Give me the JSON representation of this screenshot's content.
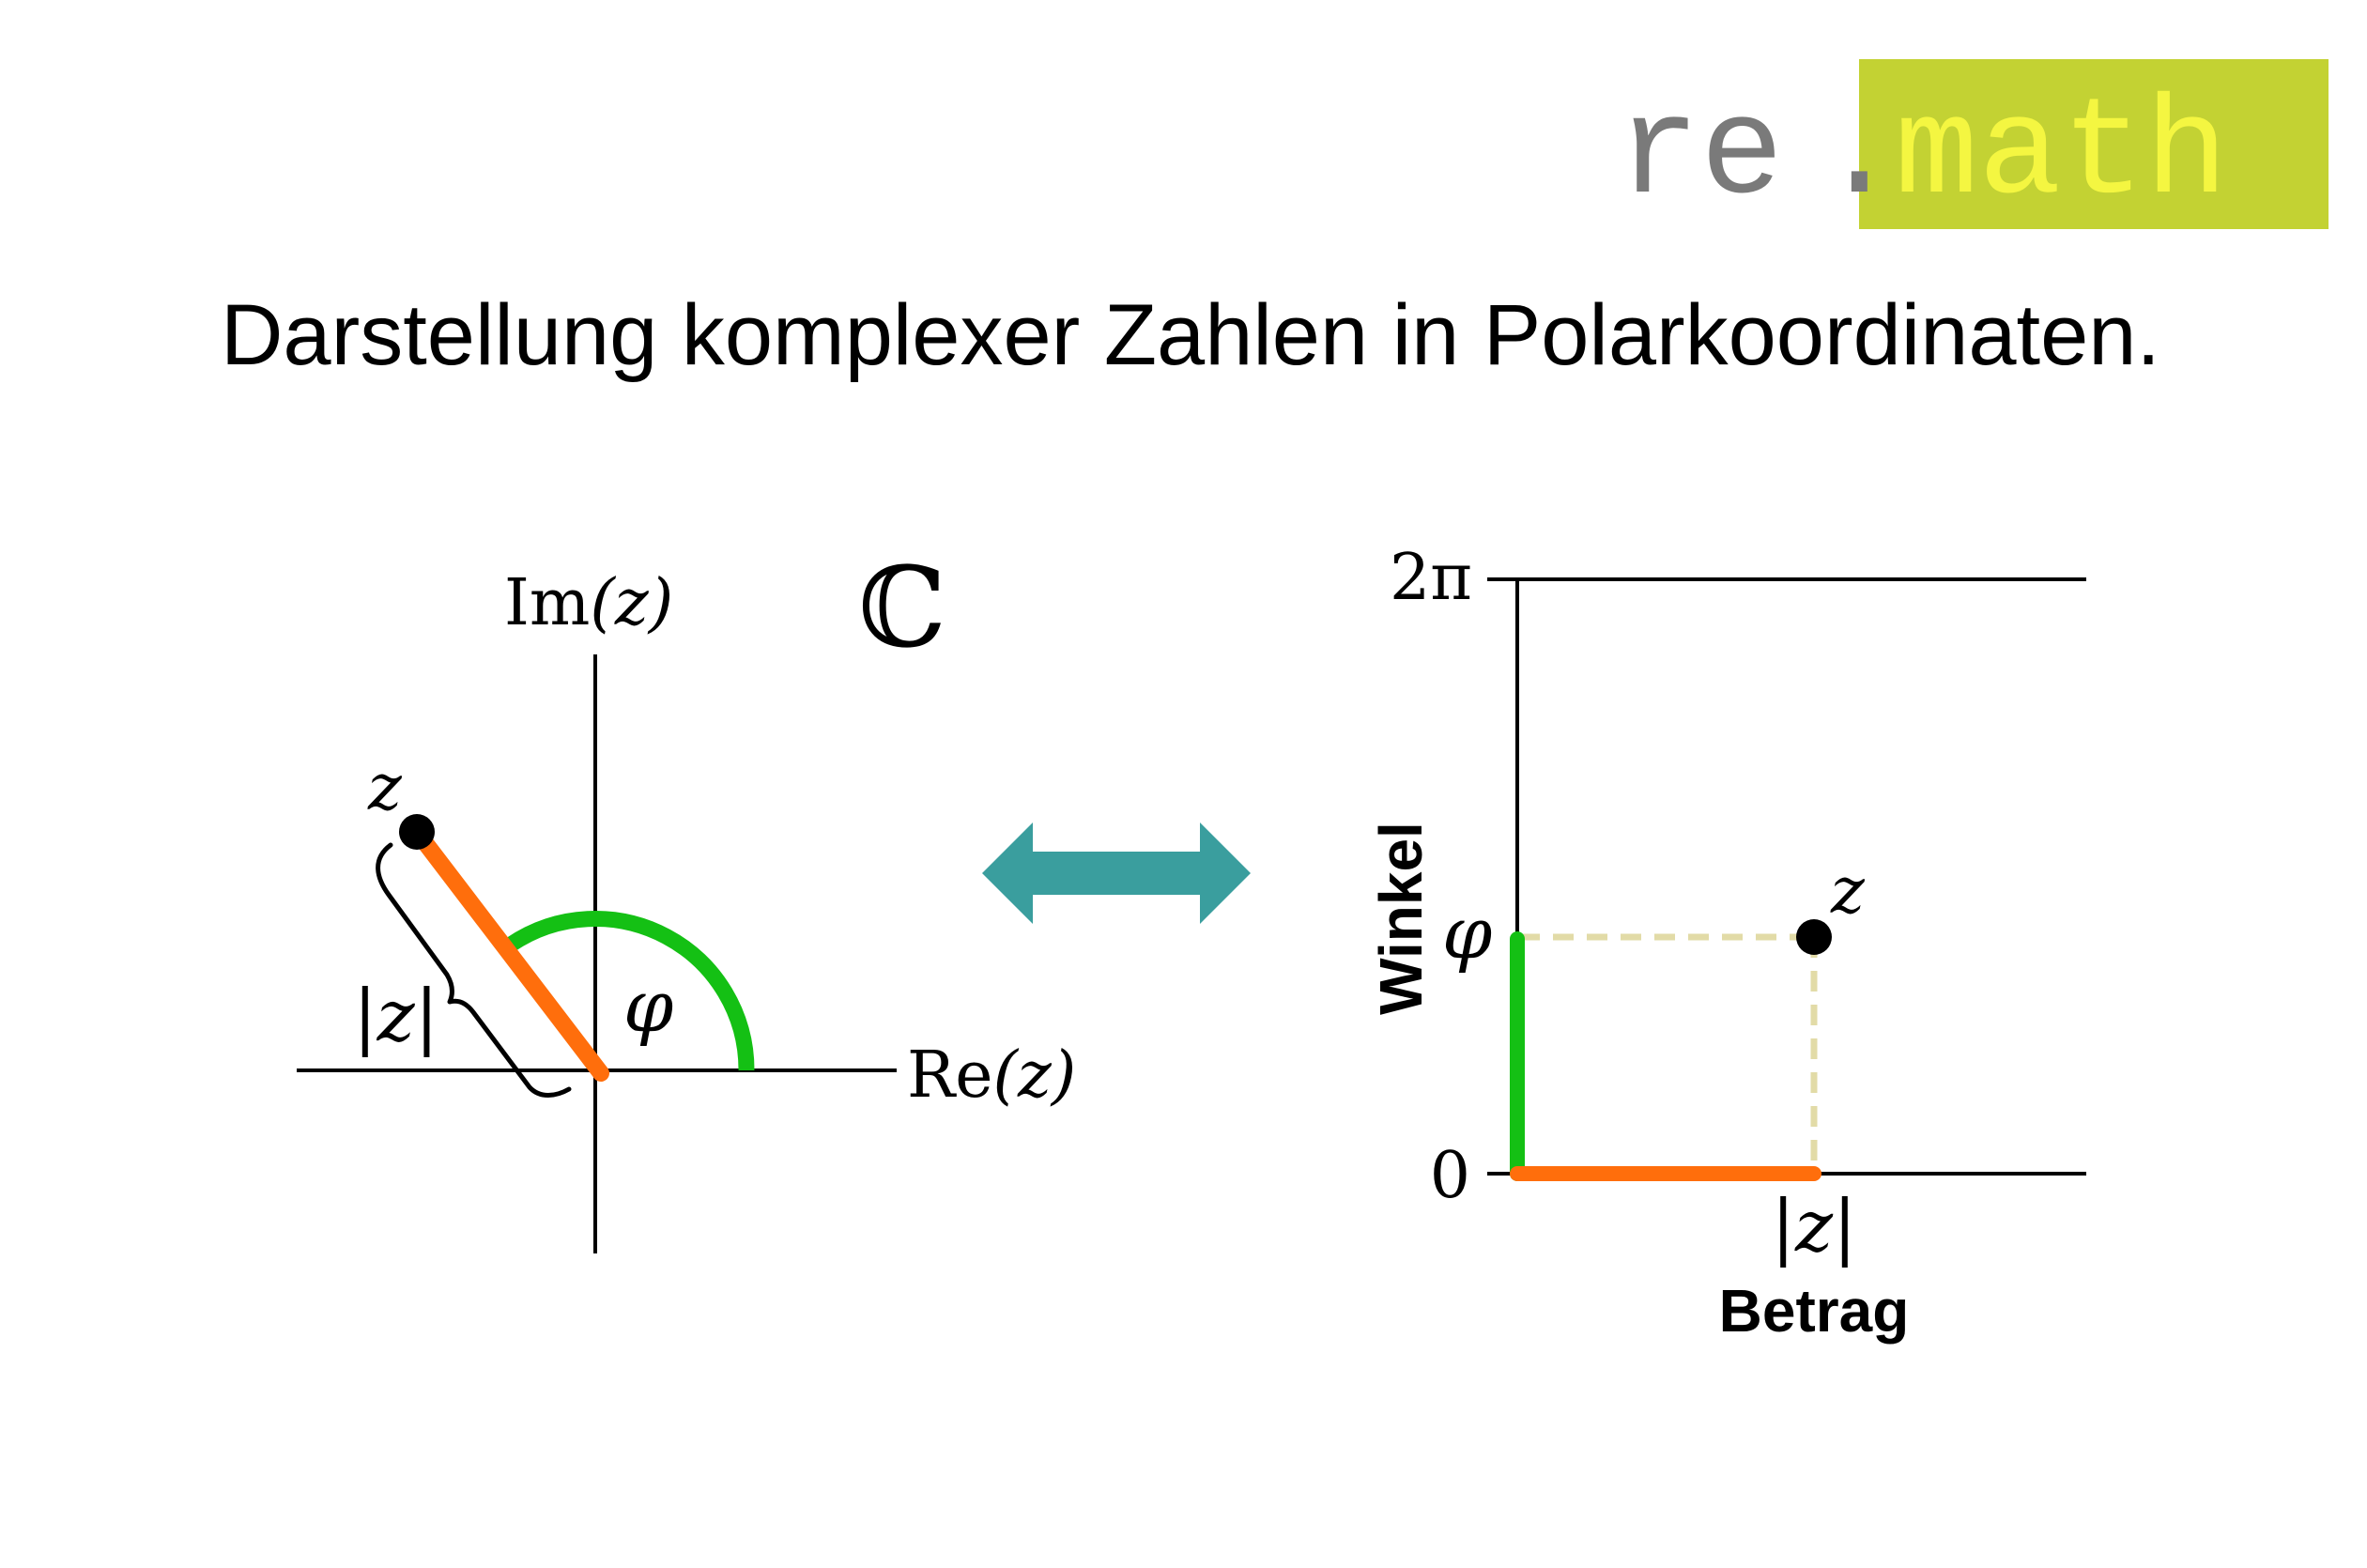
{
  "logo": {
    "part1": "re",
    "dot": ".",
    "part2": "math",
    "colors": {
      "gray": "#7a7a7a",
      "box": "#c3d233",
      "yellow": "#f4f641"
    }
  },
  "title": "Darstellung komplexer Zahlen in Polarkoordinaten.",
  "left_diagram": {
    "im_label_main": "Im",
    "im_label_var": "(z)",
    "re_label_main": "Re",
    "re_label_var": "(z)",
    "complex_symbol": "ℂ",
    "point_label": "z",
    "modulus_label": "|z|",
    "angle_label": "φ"
  },
  "arrow": {
    "color": "#3a9e9e",
    "icon": "double-arrow-icon"
  },
  "right_diagram": {
    "tick_2pi": "2π",
    "tick_0": "0",
    "angle_tick": "φ",
    "point_label": "z",
    "modulus_tick": "|z|",
    "ylabel": "Winkel",
    "xlabel": "Betrag"
  },
  "colors": {
    "orange": "#ff6e0c",
    "green": "#14c014",
    "dashed": "#e2dba7",
    "black": "#000000"
  }
}
